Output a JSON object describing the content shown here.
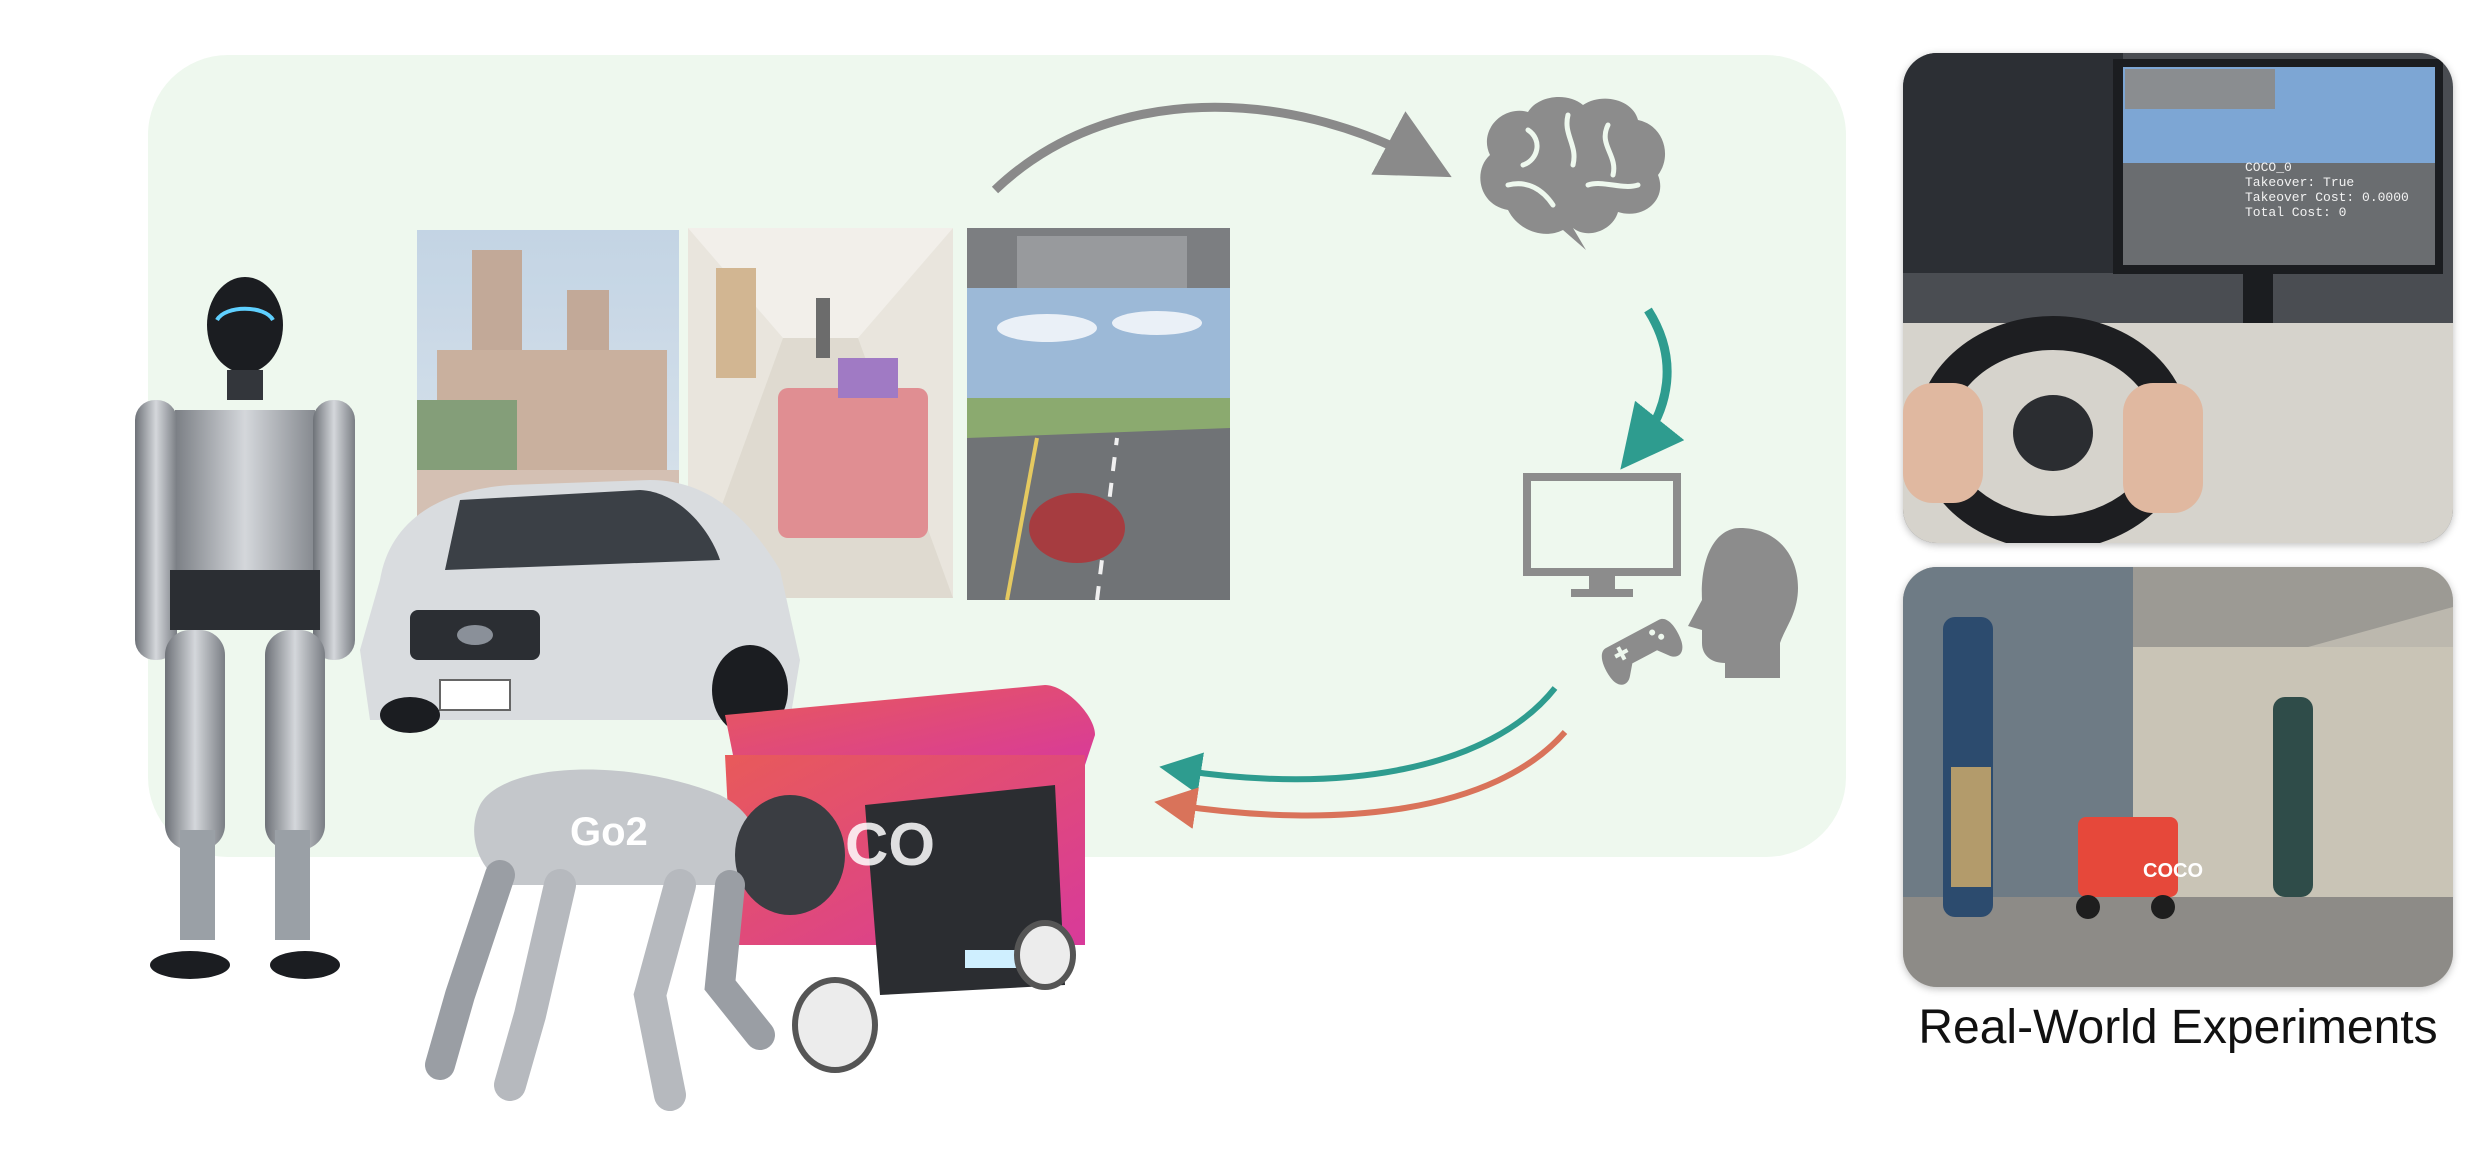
{
  "caption": "Real-World Experiments",
  "colors": {
    "panel_bg": "#eef8ee",
    "arrow_gray": "#8a8a8a",
    "arrow_teal": "#2e9c8f",
    "arrow_coral": "#d9735a",
    "icon_gray": "#8c8c8c"
  },
  "icons": [
    "brain-icon",
    "monitor-icon",
    "human-head-icon",
    "gamepad-icon"
  ],
  "robot_labels": {
    "quadruped": "Go2",
    "delivery_robot": "COCO"
  },
  "scene_text": {
    "sim_overlay": [
      "COCO_0",
      "Takeover: True",
      "Takeover Cost: 0.0000",
      "Total Cost: 0"
    ]
  }
}
